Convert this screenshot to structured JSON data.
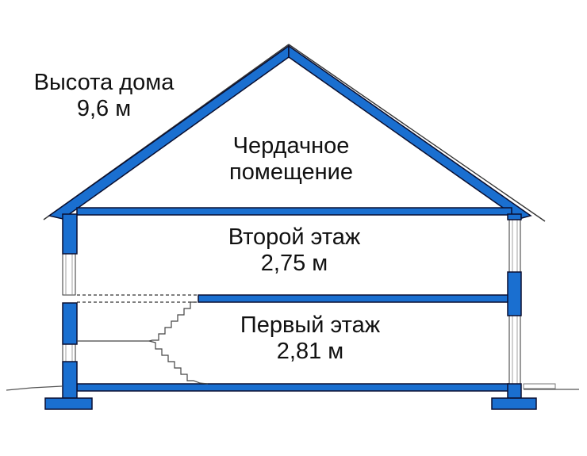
{
  "colors": {
    "structure": "#1a6fd0",
    "outline": "#0a0f30",
    "background": "#ffffff",
    "text": "#111111"
  },
  "labels": {
    "house_height": {
      "title": "Высота дома",
      "value": "9,6 м"
    },
    "attic": {
      "line1": "Чердачное",
      "line2": "помещение"
    },
    "second_floor": {
      "name": "Второй этаж",
      "height": "2,75 м"
    },
    "first_floor": {
      "name": "Первый этаж",
      "height": "2,81 м"
    }
  }
}
